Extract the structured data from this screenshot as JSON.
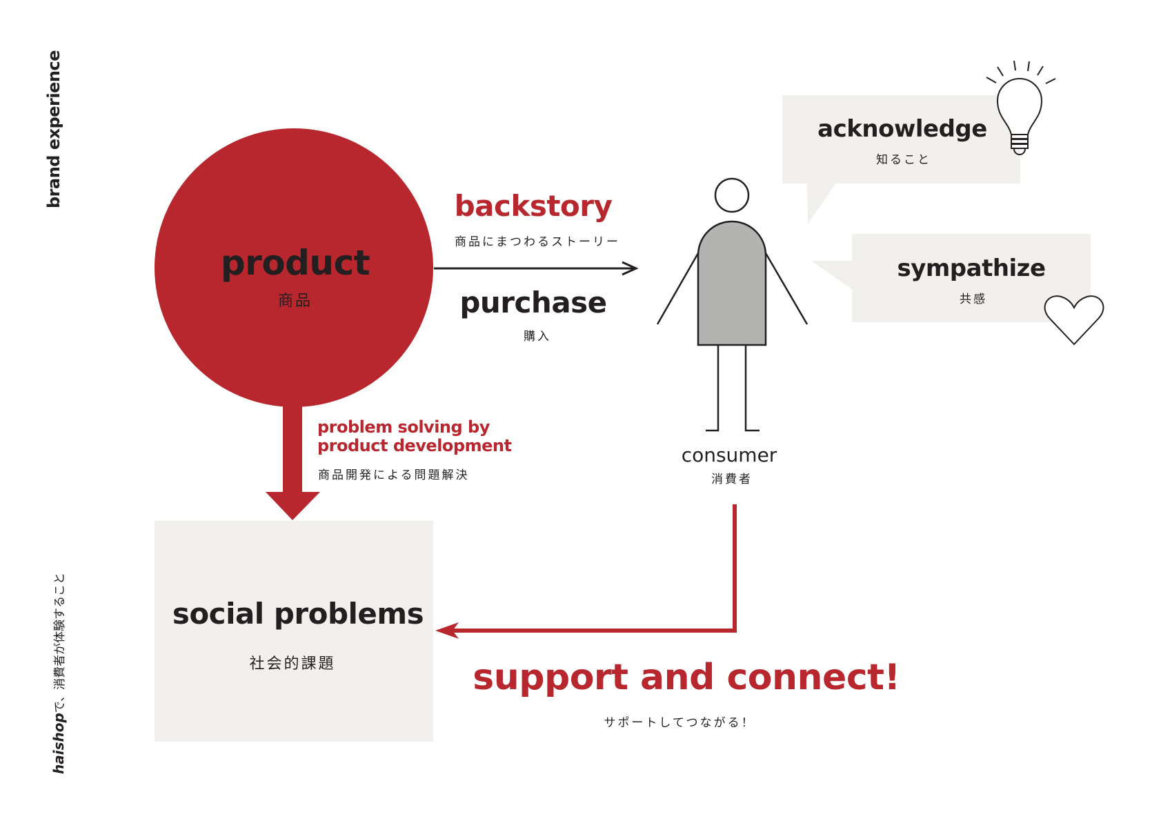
{
  "side": {
    "title": "brand experience",
    "tagline_brand": "haishop",
    "tagline_rest": "で、消費者が体験すること"
  },
  "product": {
    "en": "product",
    "jp": "商品"
  },
  "backstory": {
    "en": "backstory",
    "jp": "商品にまつわるストーリー"
  },
  "purchase": {
    "en": "purchase",
    "jp": "購入"
  },
  "consumer": {
    "en": "consumer",
    "jp": "消費者"
  },
  "acknowledge": {
    "en": "acknowledge",
    "jp": "知ること"
  },
  "sympathize": {
    "en": "sympathize",
    "jp": "共感"
  },
  "problem_solving": {
    "en_line1": "problem solving by",
    "en_line2": "product development",
    "jp": "商品開発による問題解決"
  },
  "social_problems": {
    "en": "social problems",
    "jp": "社会的課題"
  },
  "support": {
    "en": "support and connect!",
    "jp": "サポートしてつながる！"
  },
  "colors": {
    "accent": "#b8262e",
    "box": "#f2f0ec",
    "body": "#b3b3b1",
    "ink": "#231f20"
  }
}
